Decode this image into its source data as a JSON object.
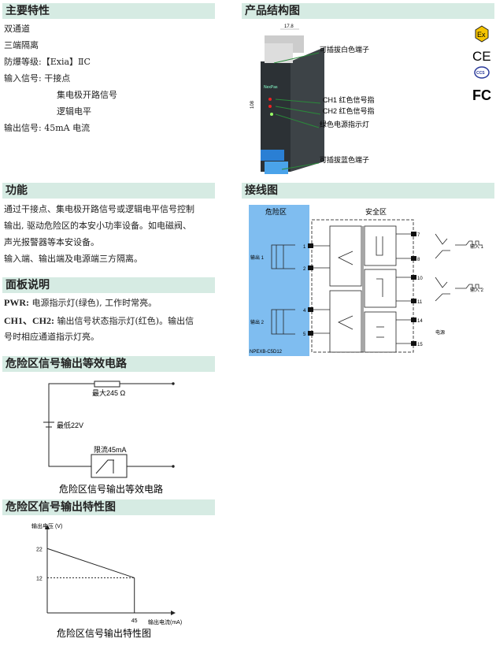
{
  "features": {
    "title": "主要特性",
    "lines": [
      "双通道",
      "三端隔离",
      "防爆等级:【Exia】ⅡC",
      "输入信号:  干接点",
      "集电极开路信号",
      "逻辑电平",
      "输出信号:  45mA 电流"
    ]
  },
  "function": {
    "title": "功能",
    "lines": [
      "通过干接点、集电极开路信号或逻辑电平信号控制",
      "输出, 驱动危险区的本安小功率设备。如电磁阀、",
      "声光报警器等本安设备。",
      "输入端、输出端及电源端三方隔离。"
    ]
  },
  "panel": {
    "title": "面板说明",
    "pwr_label": "PWR:",
    "pwr_text": "电源指示灯(绿色), 工作时常亮。",
    "ch_label": "CH1、CH2:",
    "ch_text": "输出信号状态指示灯(红色)。输出信",
    "ch_text2": "号时相应通道指示灯亮。"
  },
  "circuit": {
    "title": "危险区信号输出等效电路",
    "resistor": "最大245 Ω",
    "battery": "最低22V",
    "limiter": "限流45mA",
    "caption": "危险区信号输出等效电路"
  },
  "characteristic": {
    "title": "危险区信号输出特性图",
    "caption": "危险区信号输出特性图"
  },
  "chart_data": {
    "type": "line",
    "xlabel": "输出电流(mA)",
    "ylabel": "输出电压 (V)",
    "x": [
      0,
      45
    ],
    "y": [
      22,
      12
    ],
    "xticks": [
      "45"
    ],
    "yticks": [
      "22",
      "12"
    ],
    "xlim": [
      0,
      63
    ],
    "ylim": [
      0,
      28
    ],
    "dashed_ref_y": 12
  },
  "structure": {
    "title": "产品结构图",
    "dim_width": "17.8",
    "dim_height": "108",
    "brand": "NexPas",
    "labels": [
      "可插拔白色端子",
      "CH1 红色信号指",
      "CH2 红色信号指",
      "绿色电源指示灯",
      "可插拔蓝色端子"
    ],
    "certs": [
      "Ex",
      "CE",
      "CCS",
      "FC"
    ]
  },
  "wiring": {
    "title": "接线图",
    "hazard": "危险区",
    "safe": "安全区",
    "out1": "输出 1",
    "out2": "输出 2",
    "model": "NPEXB-C5D12",
    "in1": "输入 1",
    "in2": "输入 2",
    "power": "电源",
    "terms_left": [
      "1",
      "2",
      "4",
      "5"
    ],
    "terms_right": [
      "7",
      "8",
      "10",
      "11",
      "14",
      "15"
    ],
    "colors": {
      "hazard_bg": "#7fbdf0",
      "header_bg": "#d6ebe3"
    }
  }
}
